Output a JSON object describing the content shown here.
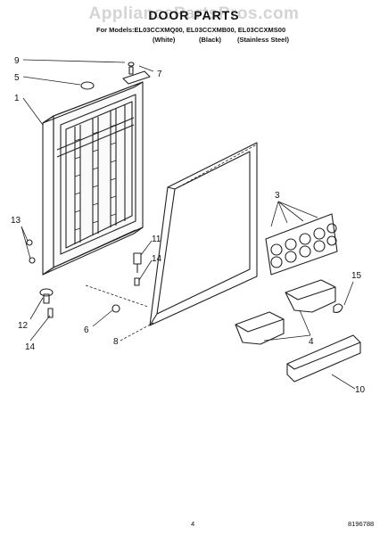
{
  "watermark": "AppliancePartsPros.com",
  "title": "DOOR PARTS",
  "models_line": "For Models:EL03CCXMQ00, EL03CCXMB00, EL03CCXMS00",
  "variants": [
    "(White)",
    "(Black)",
    "(Stainless Steel)"
  ],
  "callouts": [
    "9",
    "5",
    "7",
    "1",
    "3",
    "13",
    "11",
    "14",
    "15",
    "12",
    "6",
    "8",
    "4",
    "14",
    "10"
  ],
  "footer": {
    "page_number": "4",
    "document_number": "8196788"
  }
}
